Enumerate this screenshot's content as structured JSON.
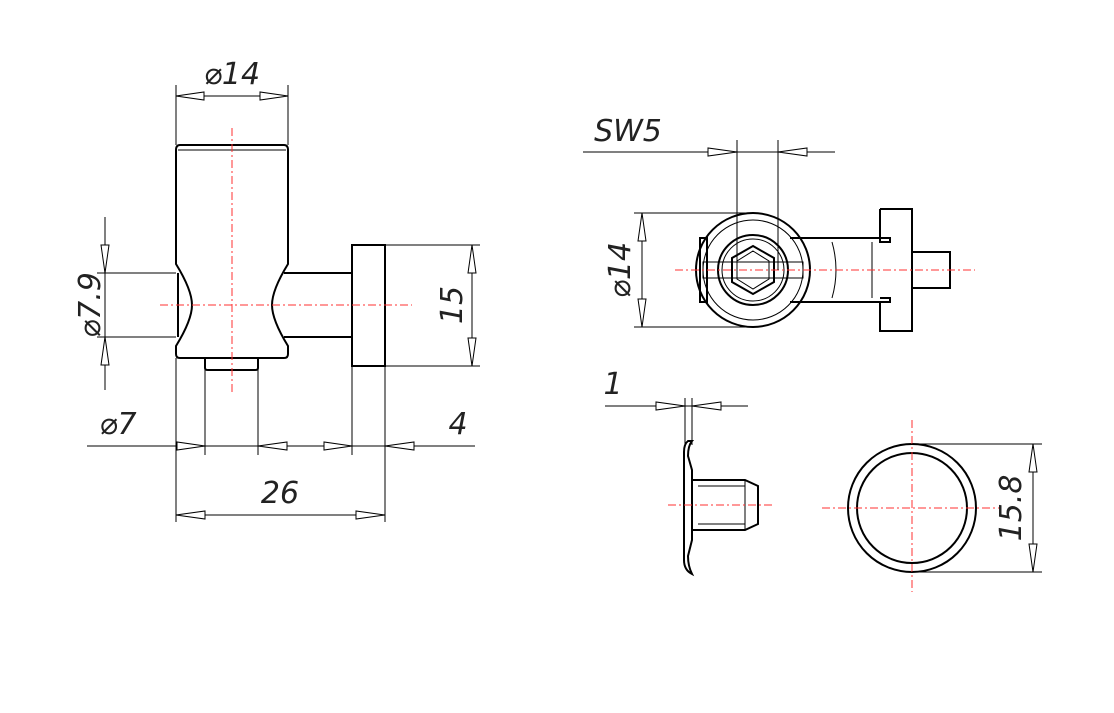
{
  "views": {
    "front": {
      "dia_body": "⌀14",
      "dia_bore": "⌀7.9",
      "flange_height": "15",
      "dia_stub": "⌀7",
      "flange_thickness": "4",
      "overall_length": "26"
    },
    "top": {
      "wrench_size": "SW5",
      "dia_body": "⌀14"
    },
    "washer_side": {
      "thickness": "1"
    },
    "washer_front": {
      "outer_dia": "15.8"
    }
  },
  "colors": {
    "outline": "#000000",
    "centerline": "#ff3030"
  }
}
